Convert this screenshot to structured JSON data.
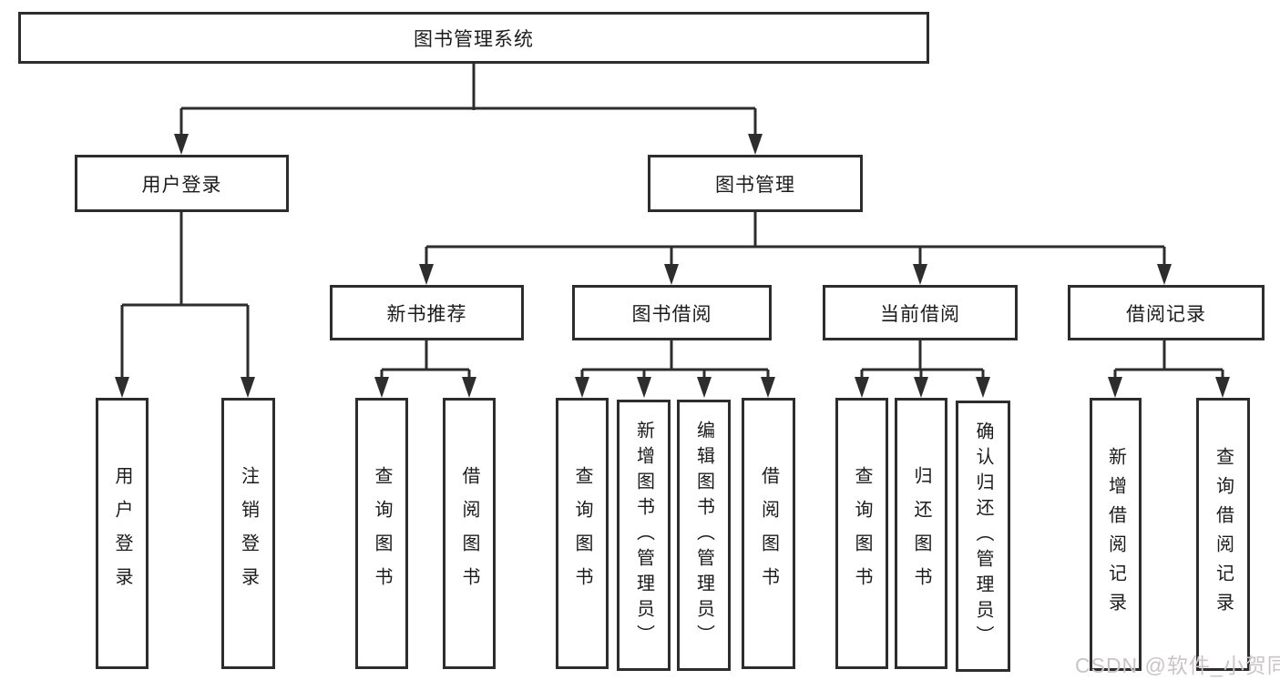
{
  "diagram": {
    "root": {
      "label": "图书管理系统"
    },
    "user_login": {
      "label": "用户登录",
      "children": [
        {
          "label": "用户登录"
        },
        {
          "label": "注销登录"
        }
      ]
    },
    "book_mgmt": {
      "label": "图书管理",
      "groups": [
        {
          "label": "新书推荐",
          "children": [
            {
              "label": "查询图书"
            },
            {
              "label": "借阅图书"
            }
          ]
        },
        {
          "label": "图书借阅",
          "children": [
            {
              "label": "查询图书"
            },
            {
              "label": "新增图书（管理员）"
            },
            {
              "label": "编辑图书（管理员）"
            },
            {
              "label": "借阅图书"
            }
          ]
        },
        {
          "label": "当前借阅",
          "children": [
            {
              "label": "查询图书"
            },
            {
              "label": "归还图书"
            },
            {
              "label": "确认归还（管理员）"
            }
          ]
        },
        {
          "label": "借阅记录",
          "children": [
            {
              "label": "新增借阅记录"
            },
            {
              "label": "查询借阅记录"
            }
          ]
        }
      ]
    },
    "watermark": "CSDN @软件_小贺同学",
    "colors": {
      "line": "#2d2d2d",
      "text": "#1b1b1b",
      "watermark_text": "#c9c5c5",
      "background": "#ffffff"
    }
  }
}
